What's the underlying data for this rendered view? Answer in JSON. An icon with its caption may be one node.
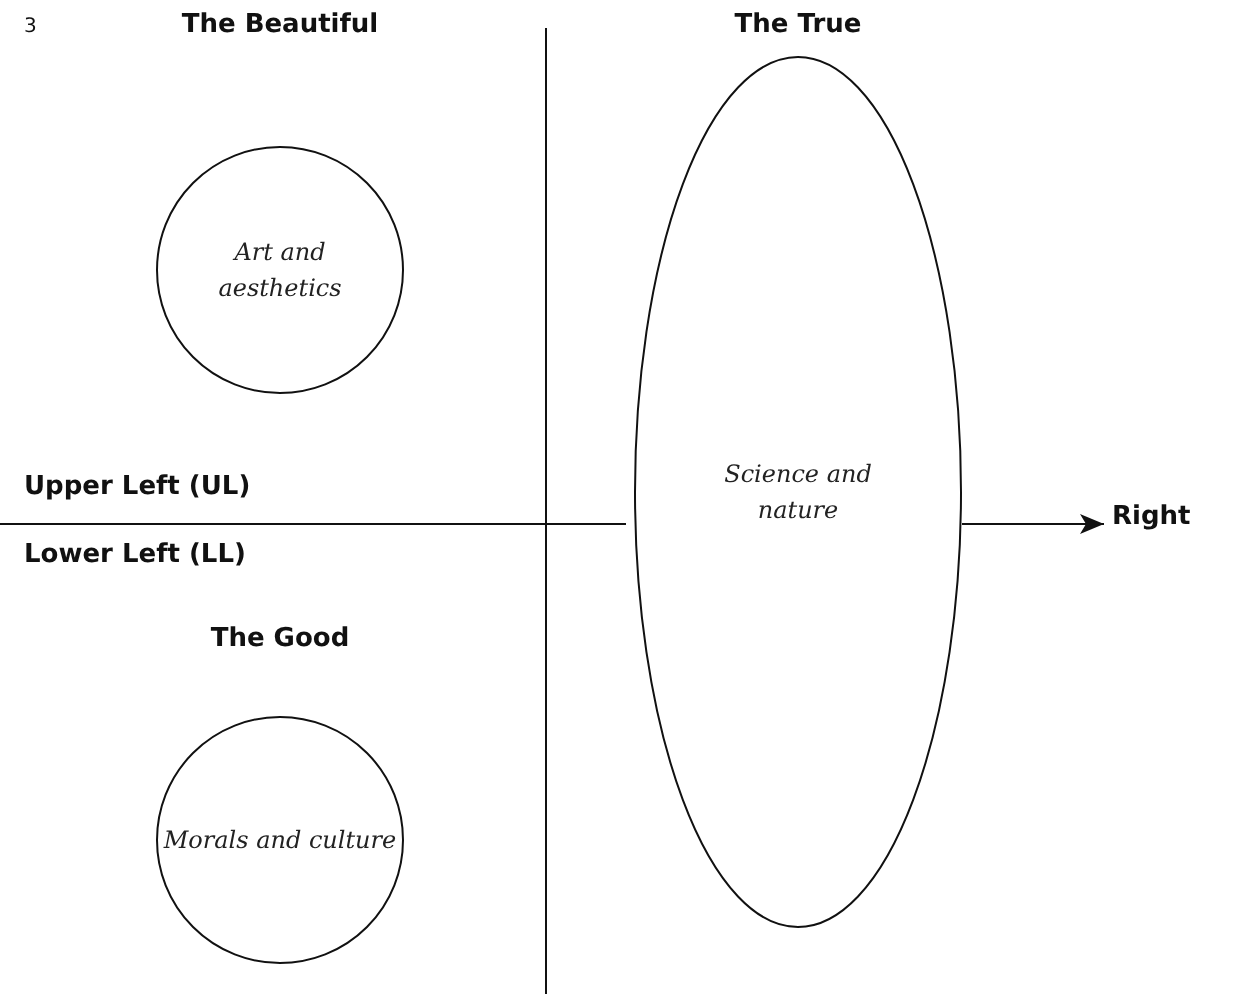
{
  "diagram": {
    "nodes": [
      {
        "text": [
          "The Beautiful",
          "Art and aesthetics"
        ]
      },
      {
        "text": [
          "The True",
          "Science and nature"
        ]
      },
      {
        "text": [
          "The Good",
          "Morals and culture"
        ]
      },
      {
        "text": [
          "Right"
        ]
      }
    ],
    "edges": [
      {
        "from": null,
        "to": 1,
        "arrow": "none"
      },
      {
        "from": 1,
        "to": 3,
        "arrow": "to"
      }
    ],
    "labels": [
      "3",
      "Upper Left (UL)",
      "Lower Left (LL)"
    ]
  }
}
